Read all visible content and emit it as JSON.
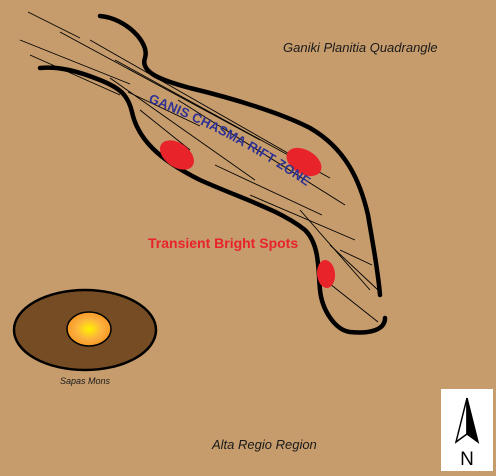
{
  "map": {
    "background_color": "#C69C6D",
    "labels": {
      "quadrangle": "Ganiki Planitia Quadrangle",
      "rift_zone": "GANIS CHASMA RIFT ZONE",
      "bright_spots": "Transient Bright Spots",
      "volcano": "Sapas Mons",
      "region": "Alta Regio Region"
    },
    "colors": {
      "rift_label": "#2E3192",
      "bright_spots": "#E8232A",
      "volcano_base": "#754C24",
      "outline": "#000000",
      "text": "#1A1A1A"
    },
    "north_arrow": {
      "letter": "N",
      "icon": "north-arrow-icon"
    }
  }
}
